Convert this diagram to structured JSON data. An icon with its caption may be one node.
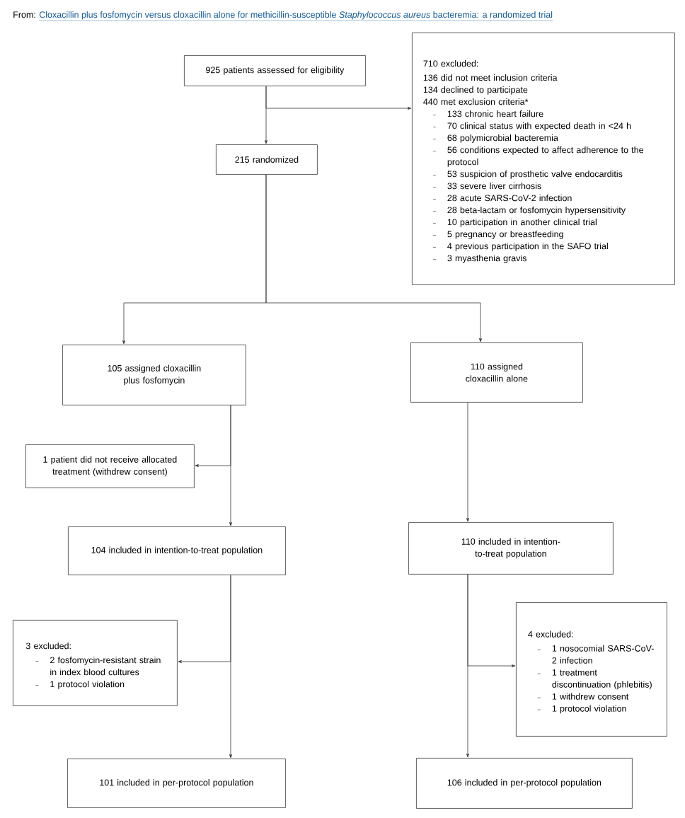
{
  "diagram": {
    "title": "Cloxacillin plus fosfomycin versus cloxacillin alone for methicillin-susceptible *Staphylococcus aureus* bacteremia: a randomized trial",
    "nodes": [
      {
        "text": [
          "925 patients assessed for eligibility"
        ]
      },
      {
        "text": [
          "710 excluded:",
          "136 did not meet inclusion criteria",
          "134 declined to participate",
          "440 met exclusion criteria*",
          "133 chronic heart failure",
          "70 clinical status with expected death in <24 h",
          "68 polymicrobial bacteremia",
          "56 conditions expected to affect adherence to the protocol",
          "53 suspicion of prosthetic valve endocarditis",
          "33 severe liver cirrhosis",
          "28 acute SARS-CoV-2 infection",
          "28 beta-lactam or fosfomycin hypersensitivity",
          "10 participation in another clinical trial",
          "5 pregnancy or breastfeeding",
          "4 previous participation in the SAFO trial",
          "3 myasthenia gravis"
        ]
      },
      {
        "text": [
          "215 randomized"
        ]
      },
      {
        "text": [
          "105 assigned cloxacillin plus fosfomycin"
        ]
      },
      {
        "text": [
          "110 assigned cloxacillin alone"
        ]
      },
      {
        "text": [
          "1 patient did not receive allocated treatment (withdrew consent)"
        ]
      },
      {
        "text": [
          "104 included in intention-to-treat population"
        ]
      },
      {
        "text": [
          "110 included in intention-to-treat population"
        ]
      },
      {
        "text": [
          "3 excluded:",
          "2 fosfomycin-resistant strain in index blood cultures",
          "1 protocol violation"
        ]
      },
      {
        "text": [
          "4 excluded:",
          "1 nosocomial SARS-CoV-2 infection",
          "1 treatment discontinuation (phlebitis)",
          "1 withdrew consent",
          "1 protocol violation"
        ]
      },
      {
        "text": [
          "101 included in per-protocol population"
        ]
      },
      {
        "text": [
          "106 included in per-protocol population"
        ]
      }
    ],
    "edges": [
      {
        "from": 0,
        "to": 2,
        "arrow": "to"
      },
      {
        "from": 0,
        "to": 1,
        "arrow": "to"
      },
      {
        "from": 2,
        "to": 3,
        "arrow": "to"
      },
      {
        "from": 2,
        "to": 4,
        "arrow": "to"
      },
      {
        "from": 3,
        "to": 6,
        "arrow": "to"
      },
      {
        "from": 3,
        "to": 5,
        "arrow": "to"
      },
      {
        "from": 4,
        "to": 7,
        "arrow": "to"
      },
      {
        "from": 6,
        "to": 10,
        "arrow": "to"
      },
      {
        "from": 6,
        "to": 8,
        "arrow": "to"
      },
      {
        "from": 7,
        "to": 11,
        "arrow": "to"
      },
      {
        "from": 7,
        "to": 9,
        "arrow": "to"
      }
    ],
    "labels": [
      "From:"
    ]
  }
}
